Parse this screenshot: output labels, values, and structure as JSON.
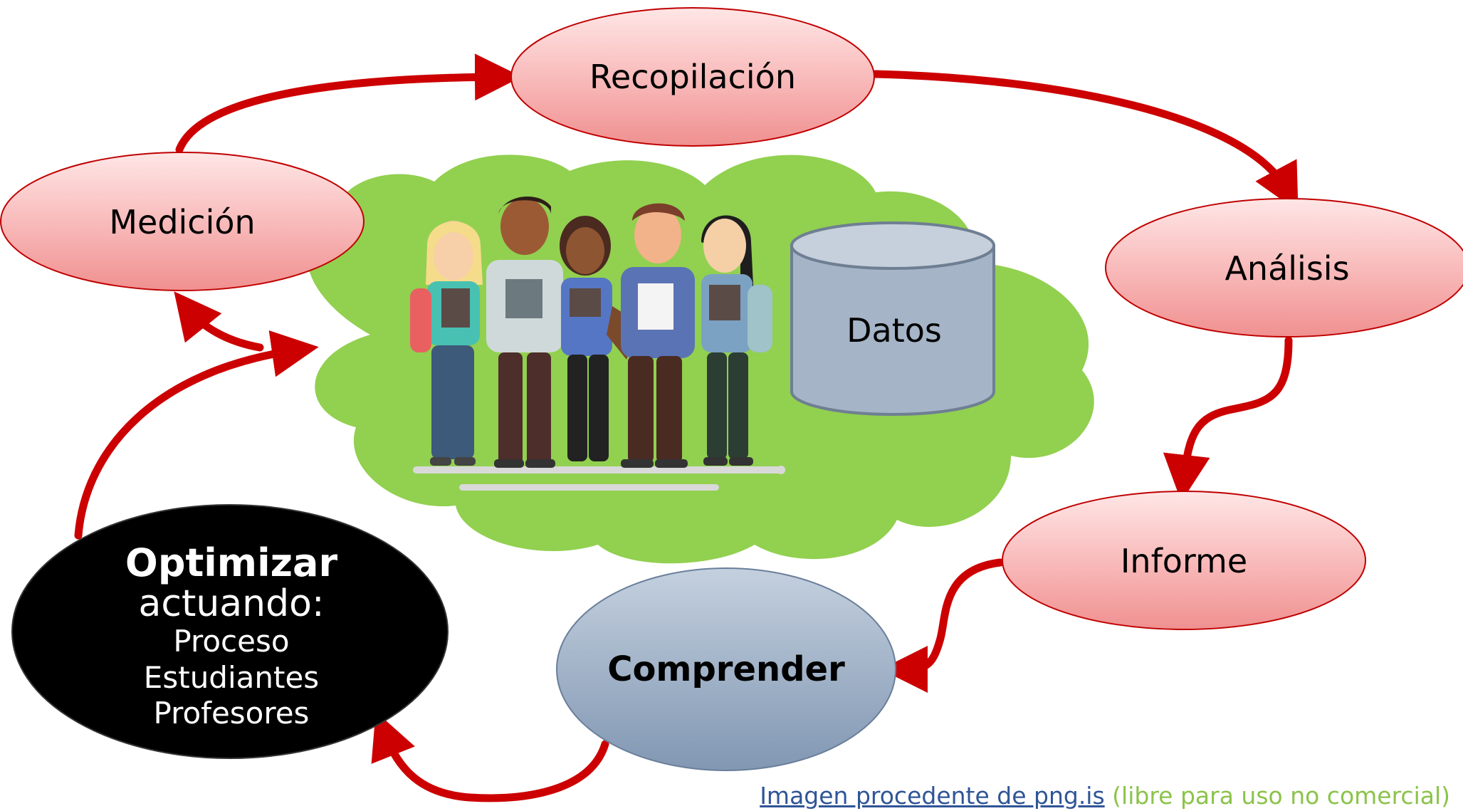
{
  "nodes": {
    "recopilacion": "Recopilación",
    "medicion": "Medición",
    "analisis": "Análisis",
    "informe": "Informe",
    "comprender": "Comprender",
    "datos": "Datos"
  },
  "optimizar": {
    "title": "Optimizar",
    "subtitle": "actuando:",
    "items": [
      "Proceso",
      "Estudiantes",
      "Profesores"
    ]
  },
  "credit": {
    "link_text": "Imagen procedente de png.is",
    "note": "(libre para uso no comercial)"
  },
  "colors": {
    "arrow": "#cc0000",
    "pink_node_top": "#ffe1e1",
    "pink_node_bottom": "#f29a9a",
    "cloud": "#92d050",
    "cylinder": "#a6b4c6",
    "comprender_node": "#9aaec8",
    "optimizar_node": "#000000",
    "credit_link": "#2f5597",
    "credit_note": "#8bc34a"
  },
  "icons": [
    "students-group-illustration",
    "database-cylinder-icon"
  ]
}
